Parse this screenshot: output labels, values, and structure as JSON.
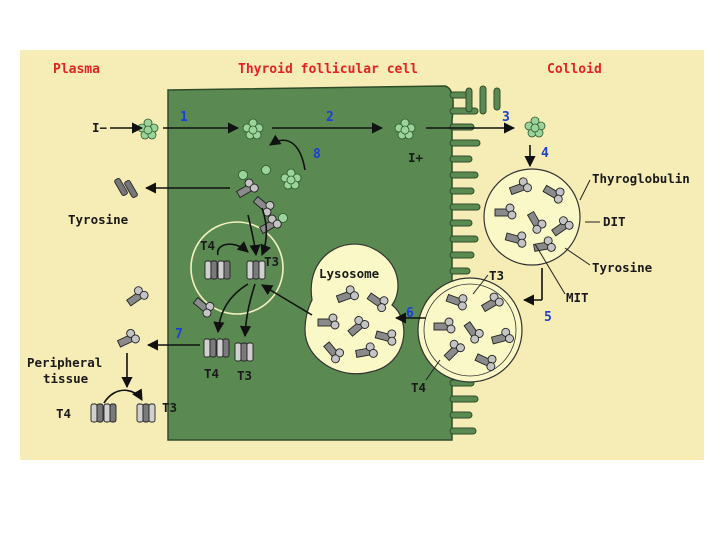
{
  "headers": {
    "plasma": "Plasma",
    "cell": "Thyroid follicular cell",
    "colloid": "Colloid"
  },
  "labels": {
    "iodide_minus": "I−",
    "iodide_plus": "I+",
    "tyrosine_left": "Tyrosine",
    "thyroglobulin": "Thyroglobulin",
    "dit": "DIT",
    "tyrosine_right": "Tyrosine",
    "mit": "MIT",
    "lysosome": "Lysosome",
    "t3_colloid": "T3",
    "t4_colloid": "T4",
    "t4_deiod": "T4",
    "t3_deiod": "T3",
    "t4_release": "T4",
    "t3_release": "T3",
    "peripheral": "Peripheral",
    "tissue": "tissue",
    "t4_periph": "T4",
    "t3_periph": "T3"
  },
  "steps": [
    "1",
    "2",
    "3",
    "4",
    "5",
    "6",
    "7",
    "8"
  ],
  "colors": {
    "cell": "#5a8a52",
    "panel": "#f6ecb6",
    "vesicle": "#fbf8c8",
    "header_text": "#e32222",
    "step_number": "#1a3fd8",
    "iodide": "#9bd49b"
  }
}
